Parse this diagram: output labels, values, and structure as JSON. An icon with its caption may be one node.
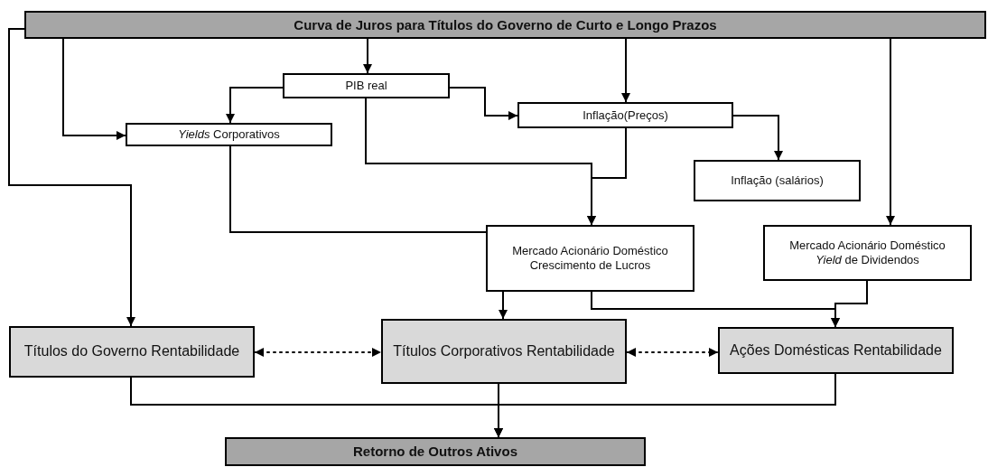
{
  "diagram": {
    "nodes": [
      {
        "text": [
          "Curva de Juros para Títulos do Governo de Curto e Longo Prazos"
        ]
      },
      {
        "text": [
          "PIB real"
        ]
      },
      {
        "text": [
          "*Yields* Corporativos"
        ]
      },
      {
        "text": [
          "Inflação(Preços)"
        ]
      },
      {
        "text": [
          "Inflação (salários)"
        ]
      },
      {
        "text": [
          "Mercado Acionário Doméstico",
          "Crescimento de Lucros"
        ]
      },
      {
        "text": [
          "Mercado Acionário Doméstico",
          "*Yield* de Dividendos"
        ]
      },
      {
        "text": [
          "Títulos do Governo Rentabilidade"
        ]
      },
      {
        "text": [
          "Títulos Corporativos Rentabilidade"
        ]
      },
      {
        "text": [
          "Ações Domésticas Rentabilidade"
        ]
      },
      {
        "text": [
          "Retorno de Outros Ativos"
        ]
      }
    ],
    "edges": [
      {
        "from": 0,
        "to": 1,
        "arrow": "to"
      },
      {
        "from": 0,
        "to": 2,
        "arrow": "to"
      },
      {
        "from": 0,
        "to": 3,
        "arrow": "to"
      },
      {
        "from": 0,
        "to": 6,
        "arrow": "to"
      },
      {
        "from": 0,
        "to": 7,
        "arrow": "to"
      },
      {
        "from": 1,
        "to": 2,
        "arrow": "to"
      },
      {
        "from": 1,
        "to": 3,
        "arrow": "to"
      },
      {
        "from": 1,
        "to": 5,
        "arrow": "to"
      },
      {
        "from": 3,
        "to": 5,
        "arrow": "to"
      },
      {
        "from": 3,
        "to": 4,
        "arrow": "to"
      },
      {
        "from": 2,
        "to": 5,
        "arrow": "none"
      },
      {
        "from": 5,
        "to": 8,
        "arrow": "to"
      },
      {
        "from": 5,
        "to": 9,
        "arrow": "to"
      },
      {
        "from": 6,
        "to": 9,
        "arrow": "to"
      },
      {
        "from": 7,
        "to": 8,
        "arrow": "both",
        "style": "dashed"
      },
      {
        "from": 8,
        "to": 9,
        "arrow": "both",
        "style": "dashed"
      },
      {
        "from": 7,
        "to": 10,
        "arrow": "to"
      },
      {
        "from": 8,
        "to": 10,
        "arrow": "to"
      },
      {
        "from": 9,
        "to": 10,
        "arrow": "to"
      }
    ]
  }
}
